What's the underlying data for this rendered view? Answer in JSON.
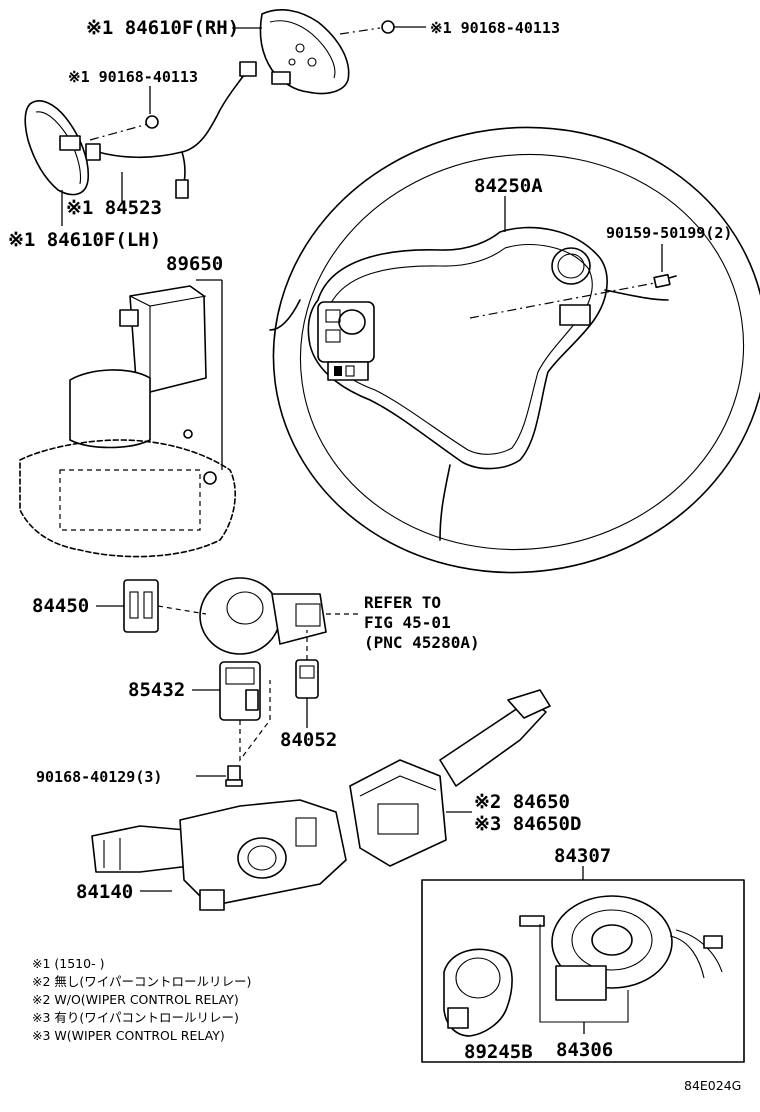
{
  "labels": {
    "paddle_rh": "※1 84610F(RH)",
    "screw_top_right": "※1 90168-40113",
    "screw_left": "※1 90168-40113",
    "wire_84523": "※1 84523",
    "paddle_lh": "※1 84610F(LH)",
    "pad_84250A": "84250A",
    "bolt_90159": "90159-50199(2)",
    "part_89650": "89650",
    "part_84450": "84450",
    "refer_line1": "REFER TO",
    "refer_line2": "FIG 45-01",
    "refer_line3": "(PNC 45280A)",
    "part_85432": "85432",
    "part_84052": "84052",
    "screw_90168_40129": "90168-40129(3)",
    "part_84650": "※2 84650",
    "part_84650D": "※3 84650D",
    "part_84140": "84140",
    "part_84307": "84307",
    "part_89245B": "89245B",
    "part_84306": "84306",
    "figure_code": "84E024G"
  },
  "notes": [
    "※1 (1510-        )",
    "※2 無し(ワイパーコントロールリレー)",
    "※2 W/O(WIPER CONTROL RELAY)",
    "※3 有り(ワイパコントロールリレー)",
    "※3 W(WIPER CONTROL RELAY)"
  ]
}
